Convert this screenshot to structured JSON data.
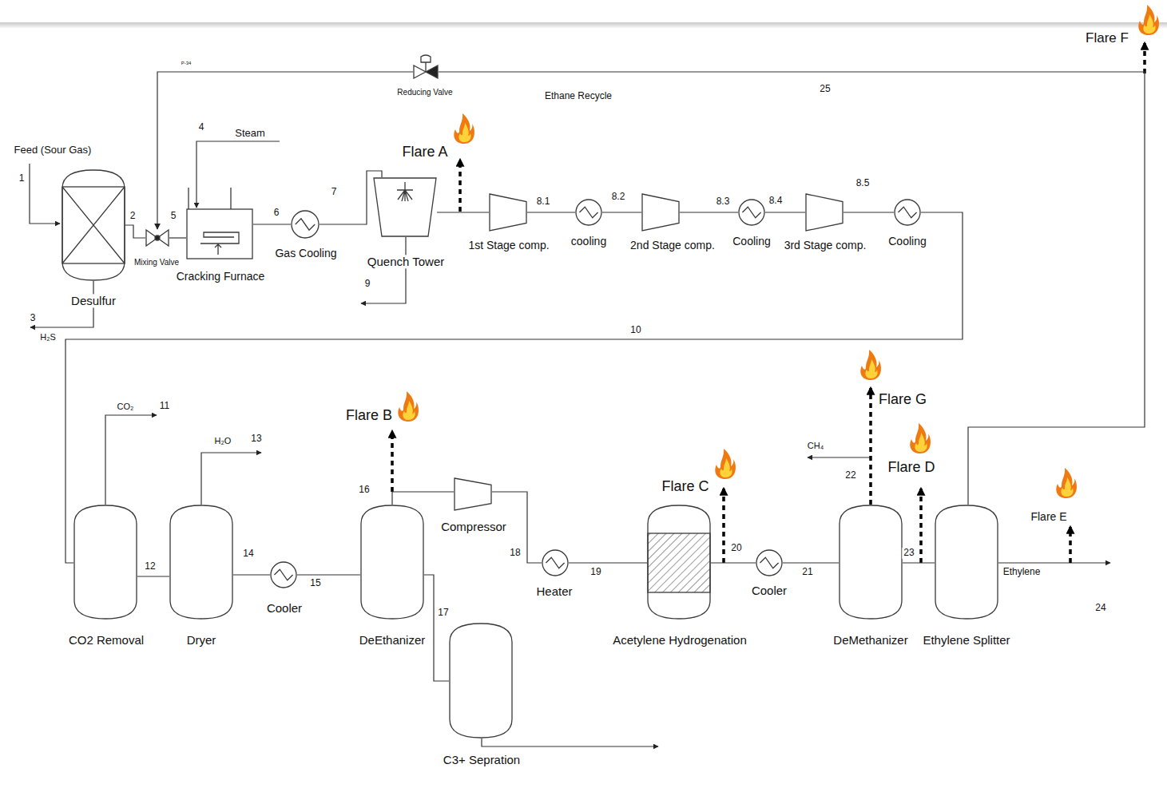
{
  "diagram": {
    "nodes": [
      {
        "text": [
          "Desulfur"
        ]
      },
      {
        "text": [
          "Mixing Valve"
        ]
      },
      {
        "text": [
          "Cracking Furnace"
        ]
      },
      {
        "text": [
          "Gas Cooling"
        ]
      },
      {
        "text": [
          "Quench Tower"
        ]
      },
      {
        "text": [
          "1st Stage comp."
        ]
      },
      {
        "text": [
          "cooling"
        ]
      },
      {
        "text": [
          "2nd Stage comp."
        ]
      },
      {
        "text": [
          "Cooling"
        ]
      },
      {
        "text": [
          "3rd Stage comp."
        ]
      },
      {
        "text": [
          "Cooling"
        ]
      },
      {
        "text": [
          "CO2 Removal"
        ]
      },
      {
        "text": [
          "Dryer"
        ]
      },
      {
        "text": [
          "Cooler"
        ]
      },
      {
        "text": [
          "DeEthanizer"
        ]
      },
      {
        "text": [
          "C3+ Sepration"
        ]
      },
      {
        "text": [
          "Compressor"
        ]
      },
      {
        "text": [
          "Heater"
        ]
      },
      {
        "text": [
          "Acetylene Hydrogenation"
        ]
      },
      {
        "text": [
          "Cooler"
        ]
      },
      {
        "text": [
          "DeMethanizer"
        ]
      },
      {
        "text": [
          "Ethylene Splitter"
        ]
      },
      {
        "text": [
          "Reducing Valve"
        ]
      }
    ],
    "edges": [
      {
        "from": 0,
        "to": 1,
        "arrow": "none"
      },
      {
        "from": 1,
        "to": 2,
        "arrow": "none"
      },
      {
        "from": 2,
        "to": 3,
        "arrow": "none"
      },
      {
        "from": 3,
        "to": 4,
        "arrow": "none"
      },
      {
        "from": 4,
        "to": 5,
        "arrow": "none"
      },
      {
        "from": 5,
        "to": 6,
        "arrow": "none"
      },
      {
        "from": 6,
        "to": 7,
        "arrow": "none"
      },
      {
        "from": 7,
        "to": 8,
        "arrow": "none"
      },
      {
        "from": 8,
        "to": 9,
        "arrow": "none"
      },
      {
        "from": 9,
        "to": 10,
        "arrow": "none"
      },
      {
        "from": 10,
        "to": 11,
        "arrow": "none"
      },
      {
        "from": 11,
        "to": 12,
        "arrow": "none"
      },
      {
        "from": 12,
        "to": 13,
        "arrow": "none"
      },
      {
        "from": 13,
        "to": 14,
        "arrow": "none"
      },
      {
        "from": 14,
        "to": 15,
        "arrow": "none"
      },
      {
        "from": 14,
        "to": 16,
        "arrow": "none"
      },
      {
        "from": 16,
        "to": 17,
        "arrow": "none"
      },
      {
        "from": 17,
        "to": 18,
        "arrow": "none"
      },
      {
        "from": 18,
        "to": 19,
        "arrow": "none"
      },
      {
        "from": 19,
        "to": 20,
        "arrow": "none"
      },
      {
        "from": 20,
        "to": 21,
        "arrow": "none"
      },
      {
        "from": 21,
        "to": 22,
        "arrow": "none"
      },
      {
        "from": 22,
        "to": 1,
        "arrow": "to"
      }
    ],
    "labels": [
      "P-34",
      "Ethane Recycle",
      "25",
      "Flare F",
      "Feed (Sour Gas)",
      "1",
      "4",
      "Steam",
      "Flare A",
      "2",
      "5",
      "6",
      "7",
      "8.1",
      "8.2",
      "8.3",
      "8.4",
      "8.5",
      "9",
      "3",
      "H₂S",
      "10",
      "CO₂",
      "11",
      "H₂O",
      "13",
      "Flare B",
      "16",
      "CH₄",
      "22",
      "Flare G",
      "Flare D",
      "Flare C",
      "Flare E",
      "12",
      "14",
      "15",
      "18",
      "19",
      "20",
      "21",
      "23",
      "Ethylene",
      "24",
      "17"
    ]
  }
}
